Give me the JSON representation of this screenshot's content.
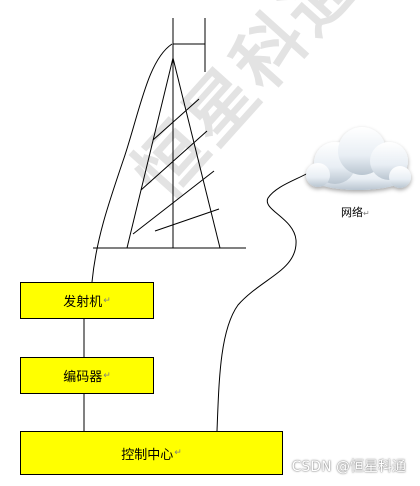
{
  "labels": {
    "transmitter": "发射机",
    "encoder": "编码器",
    "control_center": "控制中心",
    "network": "网络"
  },
  "return_mark": "↵",
  "watermark": {
    "main": "恒星科通",
    "corner": "CSDN @恒星科通"
  },
  "colors": {
    "box_fill": "#ffff00",
    "line": "#000000",
    "watermark": "#e3e3e3"
  },
  "icons": {
    "cloud": "cloud-icon",
    "antenna": "antenna-tower-icon"
  }
}
